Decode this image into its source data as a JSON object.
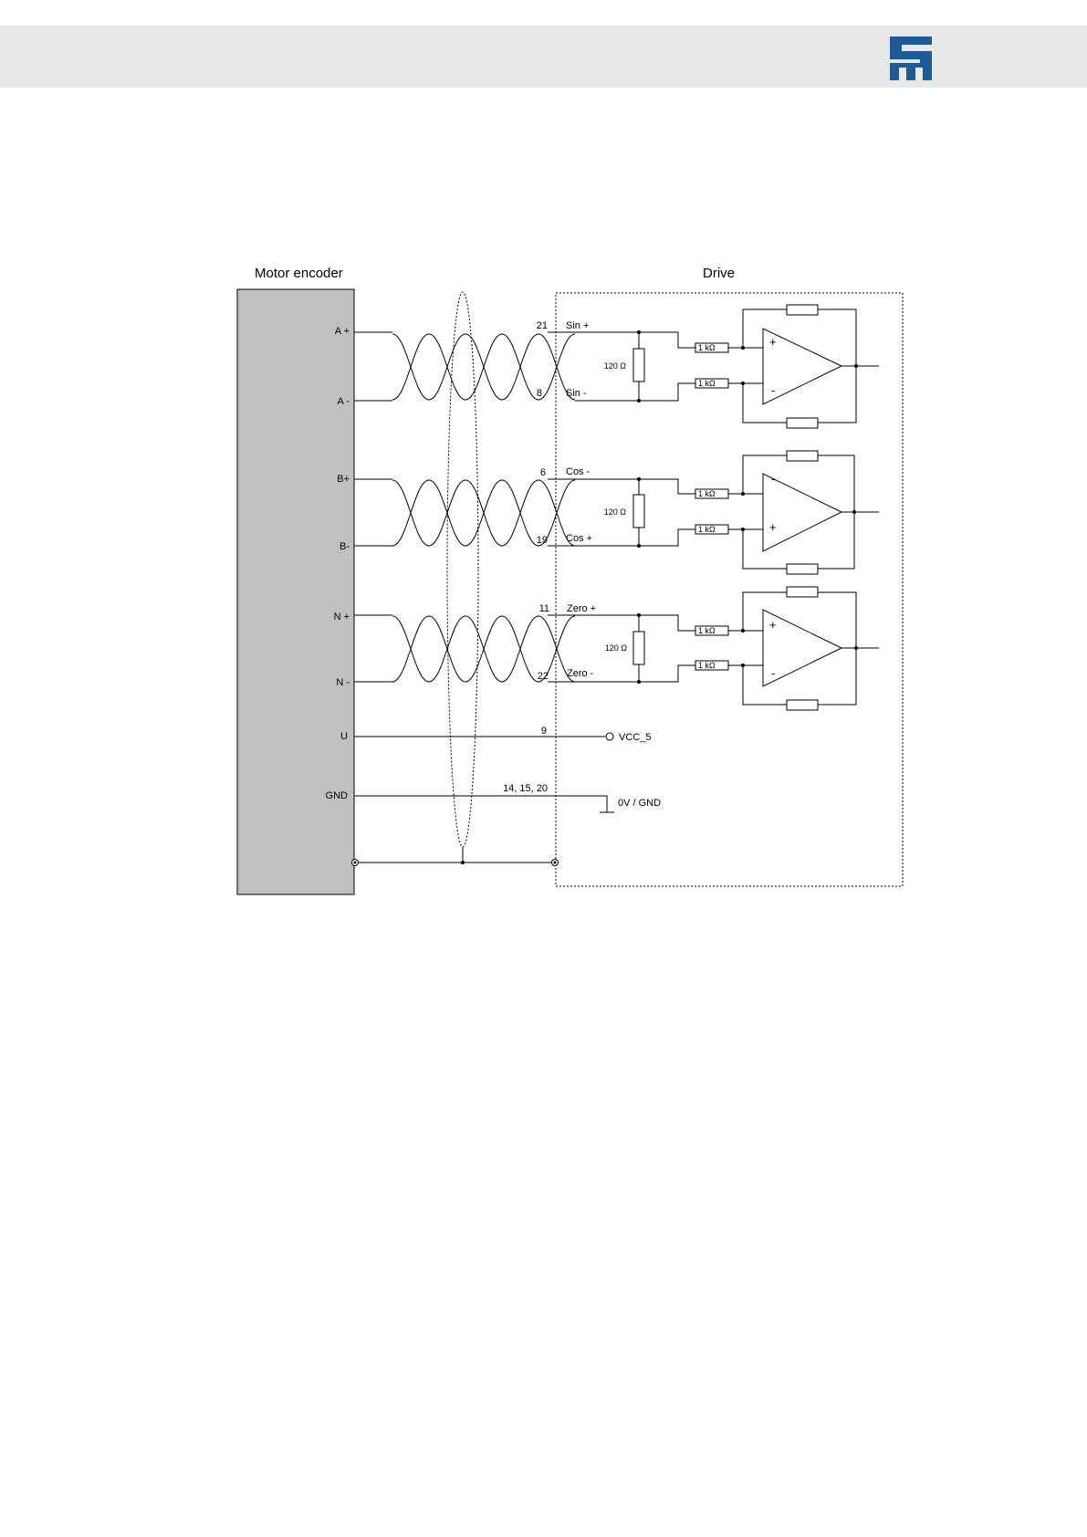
{
  "header": {
    "logo_icon": "brand-logo-icon",
    "brand_color": "#1d5a9a"
  },
  "diagram": {
    "titles": {
      "motor_encoder": "Motor encoder",
      "drive": "Drive"
    },
    "encoder_pins": {
      "a_plus": "A +",
      "a_minus": "A -",
      "b_plus": "B+",
      "b_minus": "B-",
      "n_plus": "N +",
      "n_minus": "N -",
      "u": "U",
      "gnd": "GND"
    },
    "pin_numbers": {
      "p21": "21",
      "p8": "8",
      "p6": "6",
      "p19": "19",
      "p11": "11",
      "p22": "22",
      "p9": "9",
      "p_gnd": "14, 15, 20"
    },
    "signal_names": {
      "sin_plus": "Sin +",
      "sin_minus": "Sin -",
      "cos_minus": "Cos -",
      "cos_plus": "Cos +",
      "zero_plus": "Zero +",
      "zero_minus": "Zero -"
    },
    "components": {
      "termination": "120 Ω",
      "series": "1 kΩ"
    },
    "amp_signs": {
      "a_top": "+",
      "a_bottom": "-",
      "b_top": "-",
      "b_bottom": "+",
      "c_top": "+",
      "c_bottom": "-"
    },
    "supply": {
      "vcc": "VCC_5",
      "ground": "0V / GND"
    }
  }
}
